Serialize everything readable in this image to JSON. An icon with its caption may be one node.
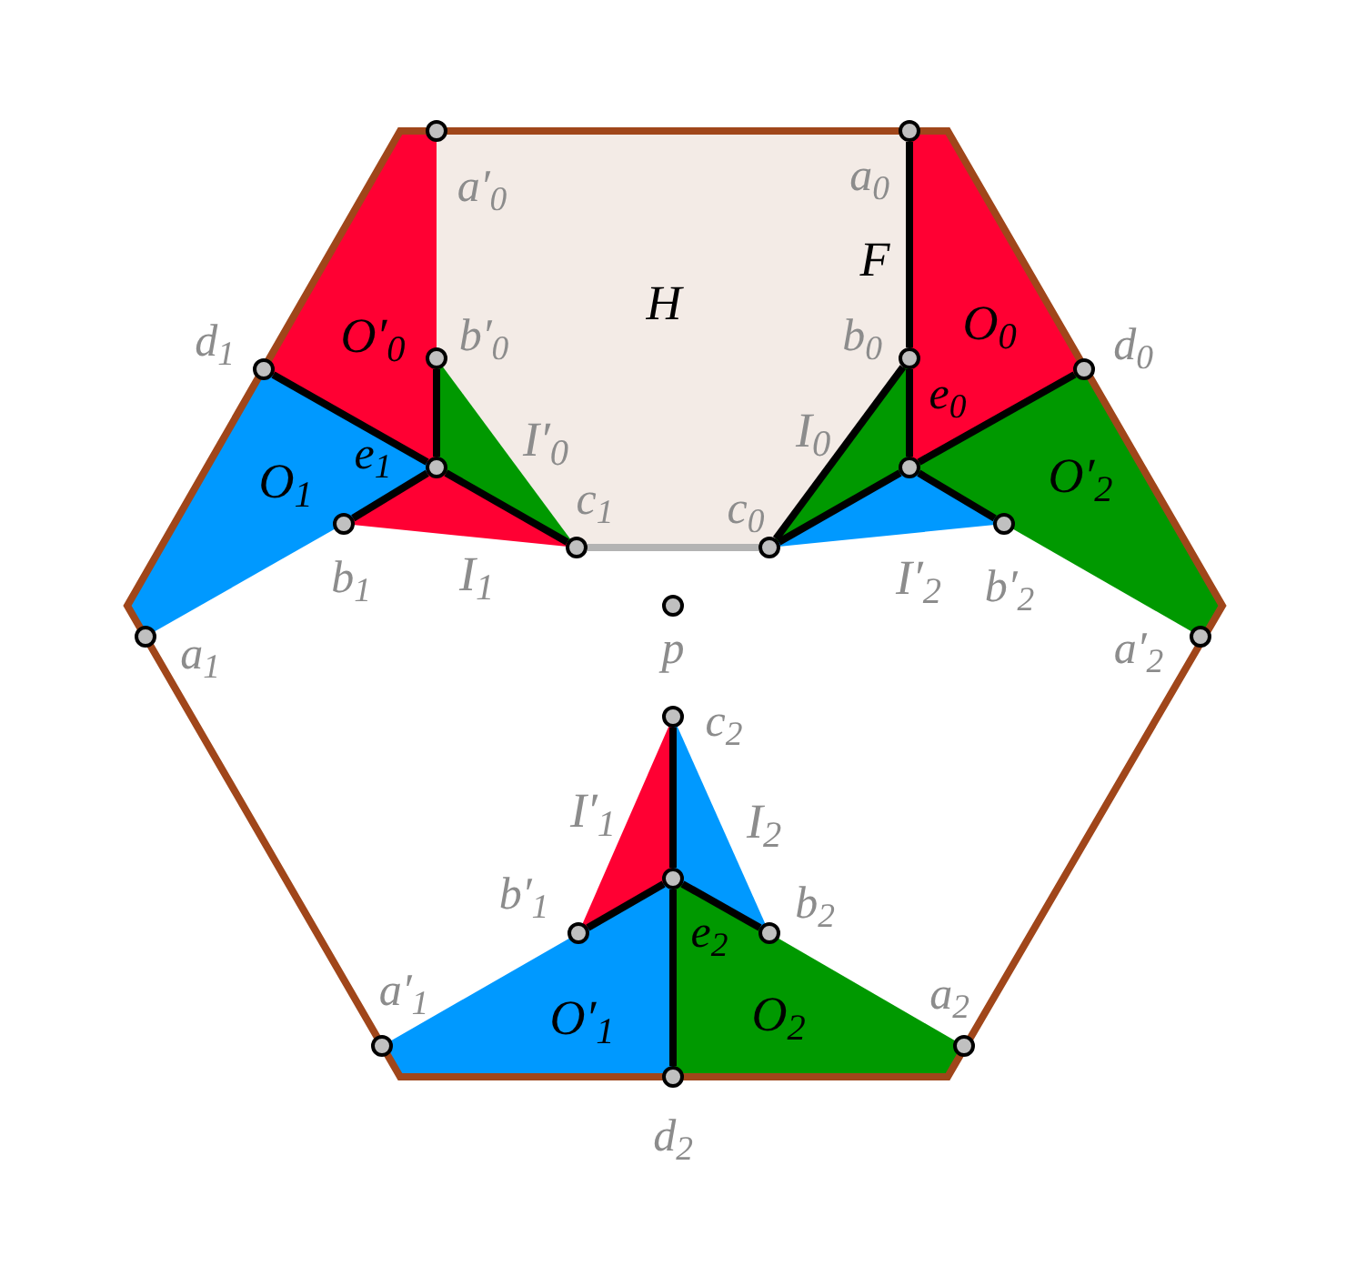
{
  "diagram": {
    "nodes": [
      {
        "text": [],
        "shape": "circle",
        "beside": [
          "a′$_{0}$"
        ]
      },
      {
        "text": [],
        "shape": "circle",
        "beside": [
          "a$_{0}$"
        ]
      },
      {
        "text": [],
        "shape": "circle",
        "beside": [
          "b′$_{0}$"
        ]
      },
      {
        "text": [],
        "shape": "circle",
        "beside": [
          "b$_{0}$"
        ]
      },
      {
        "text": [],
        "shape": "circle",
        "beside": [
          "d$_{1}$"
        ]
      },
      {
        "text": [],
        "shape": "circle",
        "beside": [
          "d$_{0}$"
        ]
      },
      {
        "text": [],
        "shape": "circle",
        "beside": [
          "e$_{1}$"
        ]
      },
      {
        "text": [],
        "shape": "circle",
        "beside": [
          "e$_{0}$"
        ]
      },
      {
        "text": [],
        "shape": "circle",
        "beside": [
          "b$_{1}$"
        ]
      },
      {
        "text": [],
        "shape": "circle",
        "beside": [
          "c$_{1}$"
        ]
      },
      {
        "text": [],
        "shape": "circle",
        "beside": [
          "c$_{0}$"
        ]
      },
      {
        "text": [],
        "shape": "circle",
        "beside": [
          "b′$_{2}$"
        ]
      },
      {
        "text": [],
        "shape": "circle",
        "beside": [
          "a$_{1}$"
        ]
      },
      {
        "text": [],
        "shape": "circle",
        "beside": [
          "a′$_{2}$"
        ]
      },
      {
        "text": [],
        "shape": "circle",
        "beside": [
          "p"
        ]
      },
      {
        "text": [],
        "shape": "circle",
        "beside": [
          "c$_{2}$"
        ]
      },
      {
        "text": [],
        "shape": "circle",
        "beside": [
          "e$_{2}$"
        ]
      },
      {
        "text": [],
        "shape": "circle",
        "beside": [
          "b′$_{1}$"
        ]
      },
      {
        "text": [],
        "shape": "circle",
        "beside": [
          "b$_{2}$"
        ]
      },
      {
        "text": [],
        "shape": "circle",
        "beside": [
          "a′$_{1}$"
        ]
      },
      {
        "text": [],
        "shape": "circle",
        "beside": [
          "a$_{2}$"
        ]
      },
      {
        "text": [],
        "shape": "circle",
        "beside": [
          "d$_{2}$"
        ]
      }
    ],
    "edges": [
      {
        "from": 1,
        "to": 3,
        "arrow": "none"
      },
      {
        "from": 3,
        "to": 7,
        "arrow": "none"
      },
      {
        "from": 7,
        "to": 5,
        "arrow": "none"
      },
      {
        "from": 7,
        "to": 11,
        "arrow": "none"
      },
      {
        "from": 3,
        "to": 10,
        "arrow": "none"
      },
      {
        "from": 7,
        "to": 10,
        "arrow": "none"
      },
      {
        "from": 2,
        "to": 6,
        "arrow": "none"
      },
      {
        "from": 4,
        "to": 6,
        "arrow": "none"
      },
      {
        "from": 6,
        "to": 8,
        "arrow": "none"
      },
      {
        "from": 6,
        "to": 9,
        "arrow": "none"
      },
      {
        "from": 9,
        "to": 10,
        "arrow": "none",
        "color": "#b3b3b3"
      },
      {
        "from": 15,
        "to": 16,
        "arrow": "none"
      },
      {
        "from": 16,
        "to": 21,
        "arrow": "none"
      },
      {
        "from": 16,
        "to": 17,
        "arrow": "none"
      },
      {
        "from": 16,
        "to": 18,
        "arrow": "none"
      }
    ],
    "labels": [
      "H",
      "F",
      "O′$_{0}$",
      "O$_{0}$",
      "I′$_{0}$",
      "I$_{0}$",
      "O$_{1}$",
      "O′$_{2}$",
      "I$_{1}$",
      "I′$_{2}$",
      "I′$_{1}$",
      "I$_{2}$",
      "O′$_{1}$",
      "O$_{2}$"
    ]
  }
}
